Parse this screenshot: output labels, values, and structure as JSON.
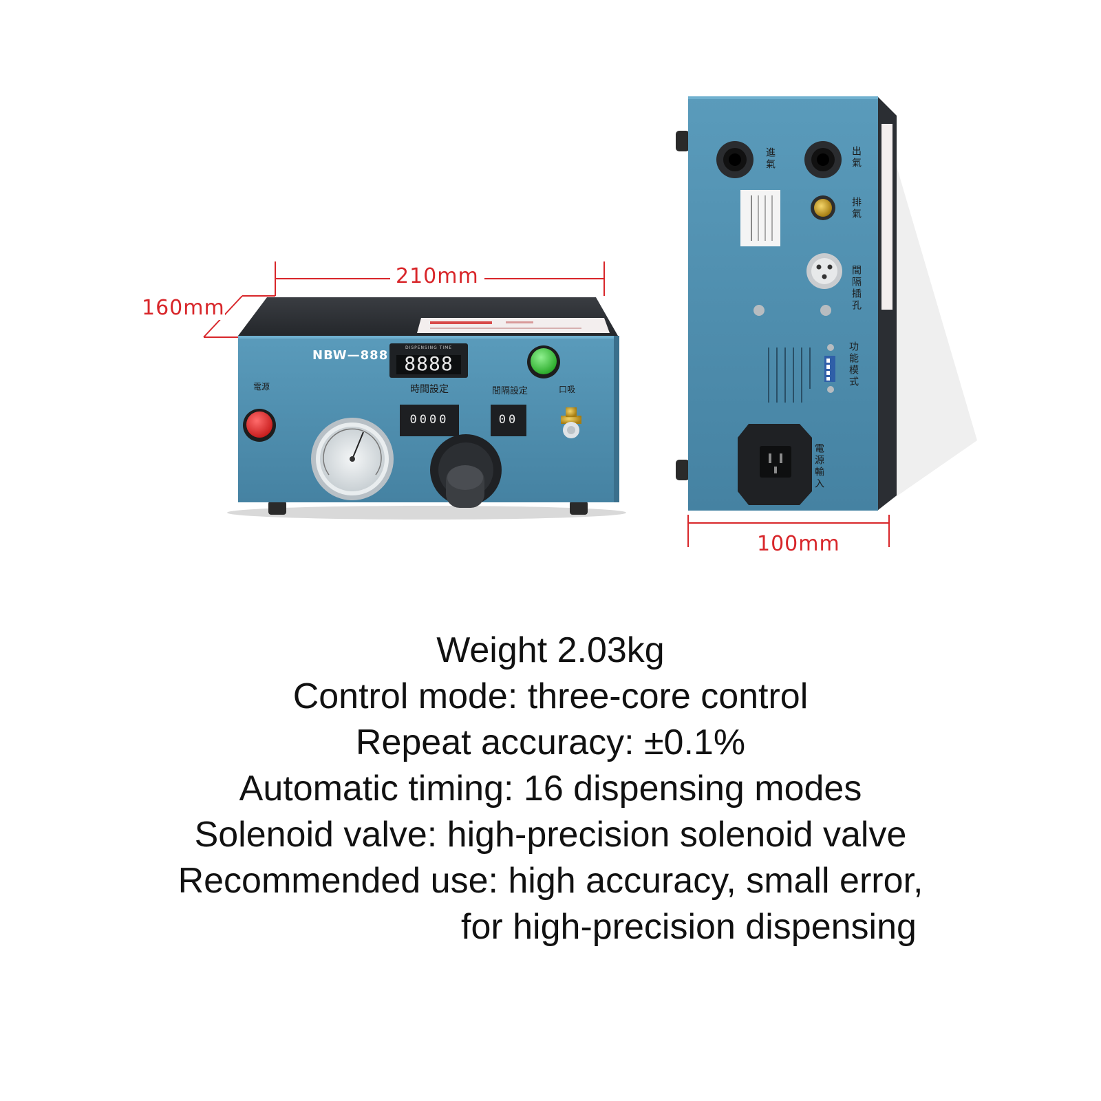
{
  "dimensions": {
    "width": "210mm",
    "depth": "160mm",
    "side_width": "100mm"
  },
  "device": {
    "model": "NBW—888",
    "display_caption": "DISPENSING TIME",
    "display_digits": "8888",
    "power_label": "電源",
    "time_setting_label": "時間設定",
    "interval_setting_label": "間隔設定",
    "suction_label": "口吸",
    "time_dial_digits": "0000",
    "interval_dial_digits": "00",
    "rear_labels": {
      "air_in": "進氣",
      "air_out": "出氣",
      "exhaust": "排氣",
      "foot_switch": "間隔插孔",
      "function_mode": "功能模式",
      "power_input": "電源輸入"
    }
  },
  "specs": [
    "Weight 2.03kg",
    "Control mode: three-core control",
    "Repeat accuracy: ±0.1%",
    "Automatic timing: 16 dispensing modes",
    "Solenoid valve: high-precision solenoid valve",
    "Recommended use: high accuracy, small error,",
    "for high-precision dispensing"
  ],
  "colors": {
    "panel_blue": "#4f8fae",
    "dimension_red": "#d8262a",
    "housing_dark": "#2b2e33"
  }
}
